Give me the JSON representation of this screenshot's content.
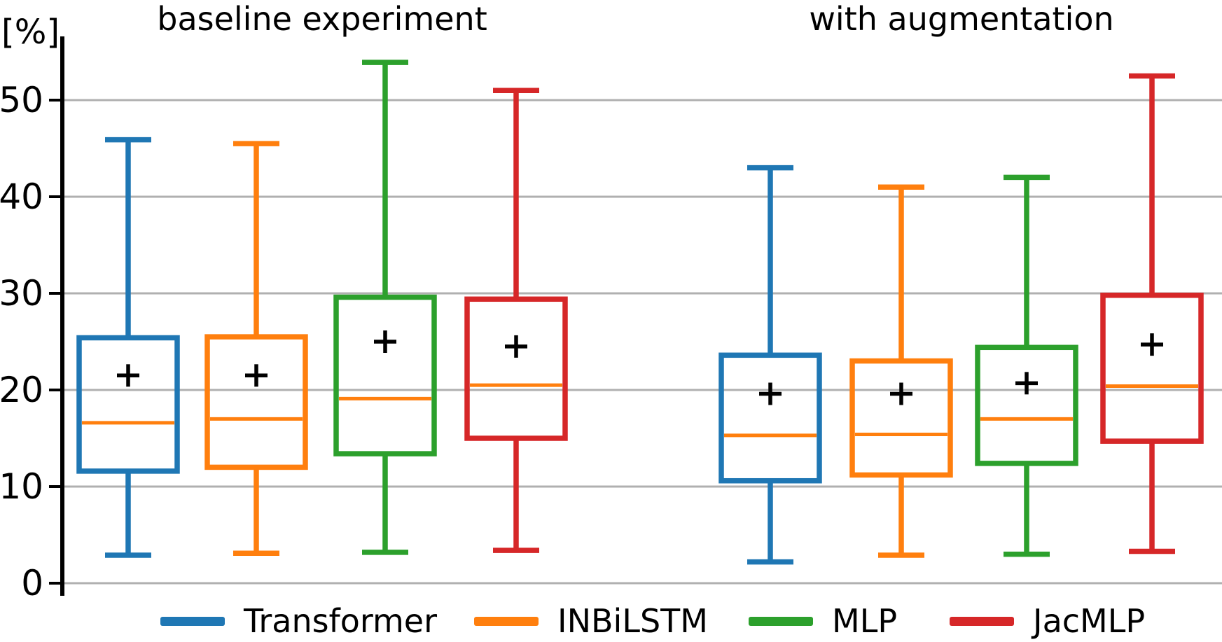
{
  "figure": {
    "unit_label": "[%]"
  },
  "chart_data": {
    "type": "boxplot",
    "unit_label": "[%]",
    "y_ticks": [
      0,
      10,
      20,
      30,
      40,
      50
    ],
    "y_range": [
      0,
      57
    ],
    "grid": true,
    "grid_color": "#b0b0b0",
    "axis_color": "#000000",
    "median_color": "#ff7f0e",
    "mean_marker": "+",
    "mean_marker_color": "#000000",
    "groups": [
      {
        "title": "baseline experiment",
        "boxes": [
          {
            "series": "Transformer",
            "color": "#1f77b4",
            "whisker_low": 2.9,
            "q1": 11.6,
            "median": 16.6,
            "mean": 21.5,
            "q3": 25.4,
            "whisker_high": 45.9
          },
          {
            "series": "INBiLSTM",
            "color": "#ff7f0e",
            "whisker_low": 3.1,
            "q1": 12.0,
            "median": 17.0,
            "mean": 21.5,
            "q3": 25.5,
            "whisker_high": 45.5
          },
          {
            "series": "MLP",
            "color": "#2ca02c",
            "whisker_low": 3.2,
            "q1": 13.4,
            "median": 19.1,
            "mean": 25.0,
            "q3": 29.6,
            "whisker_high": 53.9
          },
          {
            "series": "JacMLP",
            "color": "#d62728",
            "whisker_low": 3.4,
            "q1": 15.0,
            "median": 20.5,
            "mean": 24.5,
            "q3": 29.4,
            "whisker_high": 51.0
          }
        ]
      },
      {
        "title": "with augmentation",
        "boxes": [
          {
            "series": "Transformer",
            "color": "#1f77b4",
            "whisker_low": 2.2,
            "q1": 10.6,
            "median": 15.3,
            "mean": 19.6,
            "q3": 23.6,
            "whisker_high": 43.0
          },
          {
            "series": "INBiLSTM",
            "color": "#ff7f0e",
            "whisker_low": 2.9,
            "q1": 11.2,
            "median": 15.4,
            "mean": 19.6,
            "q3": 23.0,
            "whisker_high": 41.0
          },
          {
            "series": "MLP",
            "color": "#2ca02c",
            "whisker_low": 3.0,
            "q1": 12.4,
            "median": 17.0,
            "mean": 20.7,
            "q3": 24.4,
            "whisker_high": 42.0
          },
          {
            "series": "JacMLP",
            "color": "#d62728",
            "whisker_low": 3.3,
            "q1": 14.7,
            "median": 20.4,
            "mean": 24.7,
            "q3": 29.8,
            "whisker_high": 52.5
          }
        ]
      }
    ],
    "legend": [
      {
        "label": "Transformer",
        "color": "#1f77b4"
      },
      {
        "label": "INBiLSTM",
        "color": "#ff7f0e"
      },
      {
        "label": "MLP",
        "color": "#2ca02c"
      },
      {
        "label": "JacMLP",
        "color": "#d62728"
      }
    ]
  }
}
